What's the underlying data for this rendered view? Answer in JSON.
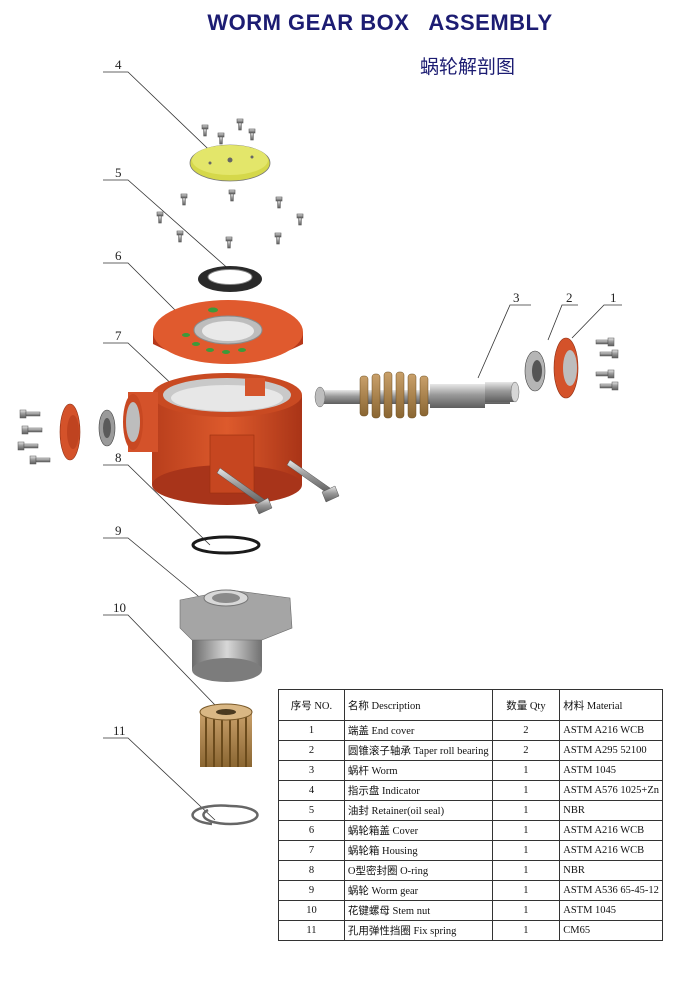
{
  "title": {
    "en": "WORM GEAR BOX   ASSEMBLY",
    "cn": "蜗轮解剖图"
  },
  "callouts": [
    "1",
    "2",
    "3",
    "4",
    "5",
    "6",
    "7",
    "8",
    "9",
    "10",
    "11"
  ],
  "table": {
    "headers": {
      "no": "序号 NO.",
      "desc": "名称  Description",
      "qty": "数量 Qty",
      "mat": "材料 Material"
    },
    "rows": [
      {
        "no": "1",
        "desc": "端盖    End cover",
        "qty": "2",
        "mat": "ASTM  A216  WCB"
      },
      {
        "no": "2",
        "desc": "圆锥滚子轴承 Taper roll bearing",
        "qty": "2",
        "mat": "ASTM  A295  52100"
      },
      {
        "no": "3",
        "desc": "蜗杆    Worm",
        "qty": "1",
        "mat": "ASTM  1045"
      },
      {
        "no": "4",
        "desc": "指示盘  Indicator",
        "qty": "1",
        "mat": "ASTM  A576  1025+Zn"
      },
      {
        "no": "5",
        "desc": "油封  Retainer(oil seal)",
        "qty": "1",
        "mat": "NBR"
      },
      {
        "no": "6",
        "desc": "蜗轮箱盖  Cover",
        "qty": "1",
        "mat": "ASTM  A216  WCB"
      },
      {
        "no": "7",
        "desc": "蜗轮箱   Housing",
        "qty": "1",
        "mat": "ASTM  A216  WCB"
      },
      {
        "no": "8",
        "desc": "O型密封圈  O-ring",
        "qty": "1",
        "mat": "NBR"
      },
      {
        "no": "9",
        "desc": "蜗轮   Worm gear",
        "qty": "1",
        "mat": "ASTM  A536  65-45-12"
      },
      {
        "no": "10",
        "desc": "花键螺母 Stem nut",
        "qty": "1",
        "mat": "ASTM  1045"
      },
      {
        "no": "11",
        "desc": "孔用弹性挡圈 Fix spring",
        "qty": "1",
        "mat": "CM65"
      }
    ]
  }
}
